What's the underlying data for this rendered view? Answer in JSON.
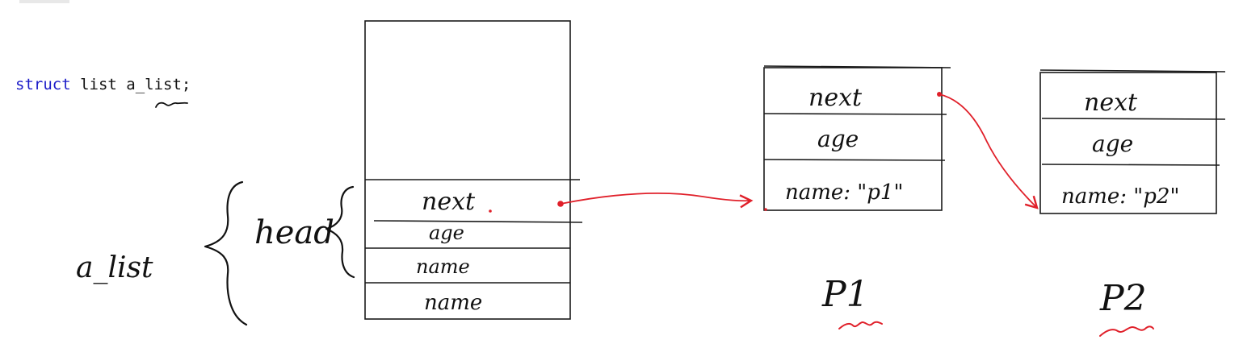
{
  "code": {
    "keyword": "struct",
    "rest": " list a_list;"
  },
  "labels": {
    "a_list": "a_list",
    "head": "head",
    "p1": "P1",
    "p2": "P2"
  },
  "stack_fields": [
    "next",
    "age",
    "name",
    "name"
  ],
  "node_p1": {
    "fields": [
      "next",
      "age",
      "name: \"p1\""
    ]
  },
  "node_p2": {
    "fields": [
      "next",
      "age",
      "name: \"p2\""
    ]
  },
  "colors": {
    "ink": "#111111",
    "keyword": "#1b1bc8",
    "pointer": "#e0202a"
  }
}
